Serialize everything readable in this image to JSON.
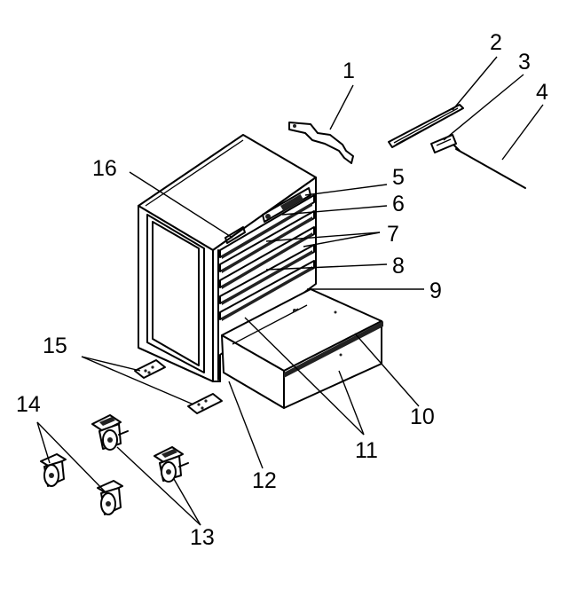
{
  "diagram": {
    "callouts": [
      {
        "id": "c1",
        "label": "1"
      },
      {
        "id": "c2",
        "label": "2"
      },
      {
        "id": "c3",
        "label": "3"
      },
      {
        "id": "c4",
        "label": "4"
      },
      {
        "id": "c5",
        "label": "5"
      },
      {
        "id": "c6",
        "label": "6"
      },
      {
        "id": "c7",
        "label": "7"
      },
      {
        "id": "c8",
        "label": "8"
      },
      {
        "id": "c9",
        "label": "9"
      },
      {
        "id": "c10",
        "label": "10"
      },
      {
        "id": "c11",
        "label": "11"
      },
      {
        "id": "c12",
        "label": "12"
      },
      {
        "id": "c13",
        "label": "13"
      },
      {
        "id": "c14",
        "label": "14"
      },
      {
        "id": "c15",
        "label": "15"
      },
      {
        "id": "c16",
        "label": "16"
      }
    ],
    "colors": {
      "ink": "#000000",
      "paper": "#ffffff"
    }
  }
}
